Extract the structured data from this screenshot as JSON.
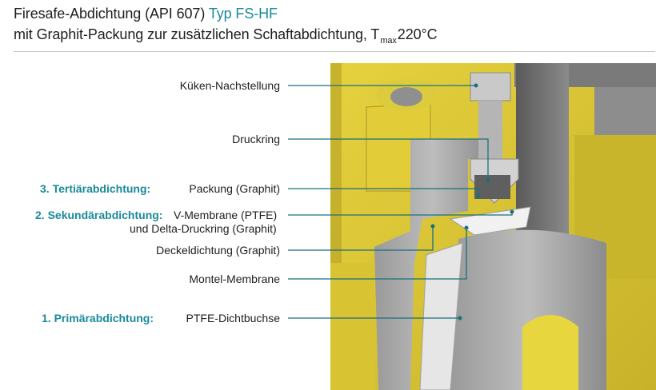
{
  "header": {
    "line1_text": "Firesafe-Abdichtung (API 607)",
    "line1_accent": "Typ FS-HF",
    "line2_text": "mit Graphit-Packung zur zusätzlichen Schaftabdichtung, T",
    "line2_sub": "max",
    "line2_value": "220°C"
  },
  "labels": {
    "kueken": "Küken-Nachstellung",
    "druckring": "Druckring",
    "packung": "Packung (Graphit)",
    "vmembrane": "V-Membrane (PTFE)",
    "delta": "und Delta-Druckring (Graphit)",
    "deckel": "Deckeldichtung (Graphit)",
    "montel": "Montel-Membrane",
    "ptfe": "PTFE-Dichtbuchse"
  },
  "tiers": {
    "tertiaer": "3. Tertiärabdichtung:",
    "sekundaer": "2. Sekundärabdichtung:",
    "primaer": "1. Primärabdichtung:"
  },
  "colors": {
    "accent": "#1a8a9a",
    "leader": "#1a6f7c",
    "housing_yellow": "#d9c532",
    "metal_gray": "#a9a9a9",
    "ptfe_white": "#e8e8e8"
  }
}
